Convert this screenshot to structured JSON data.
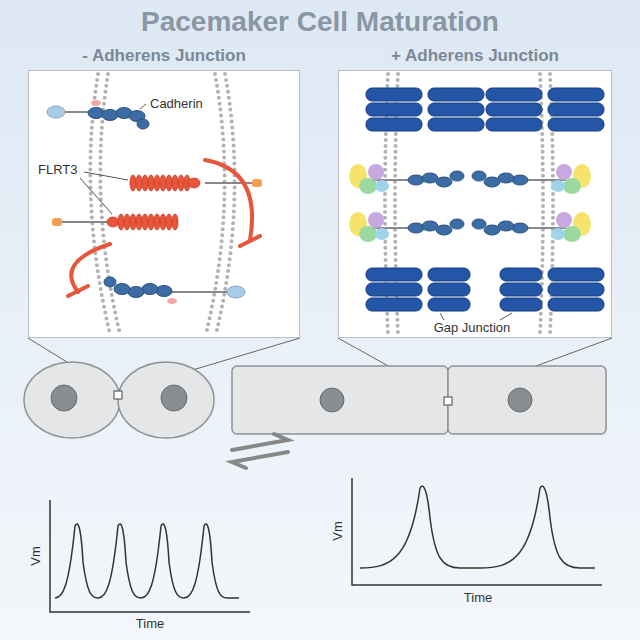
{
  "diagram": {
    "title": "Pacemaker Cell Maturation",
    "nodes": [
      {
        "text": [
          "- Adherens Junction"
        ]
      },
      {
        "text": [
          "+ Adherens Junction"
        ]
      }
    ],
    "labels": [
      "Cadherin",
      "FLRT3",
      "Gap Junction",
      "Vm",
      "Time",
      "Vm",
      "Time"
    ]
  }
}
